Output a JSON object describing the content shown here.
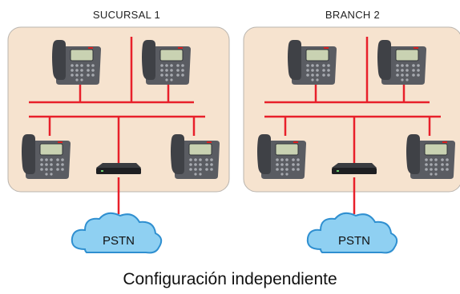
{
  "diagram": {
    "branches": [
      {
        "label": "SUCURSAL 1",
        "cloud_label": "PSTN"
      },
      {
        "label": "BRANCH 2",
        "cloud_label": "PSTN"
      }
    ],
    "caption": "Configuración independiente"
  },
  "colors": {
    "panel_fill": "#f6e3cf",
    "panel_stroke": "#b9b4ae",
    "network_line": "#e8202a",
    "phone_body": "#54565b",
    "cloud_fill": "#8fd0f2",
    "cloud_stroke": "#2f8fd0"
  }
}
